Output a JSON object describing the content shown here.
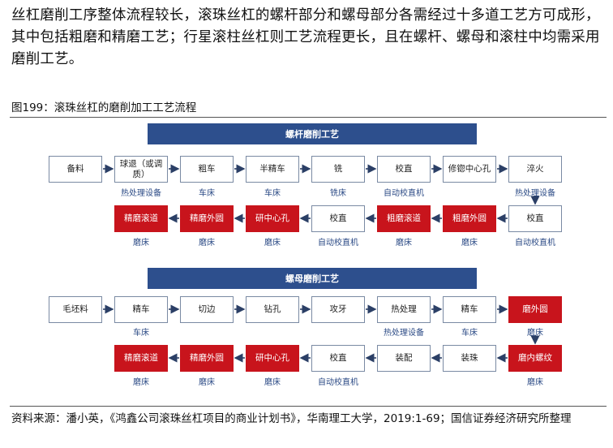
{
  "intro": "丝杠磨削工序整体流程较长，滚珠丝杠的螺杆部分和螺母部分各需经过十多道工艺方可成形，其中包括粗磨和精磨工艺；行星滚柱丝杠则工艺流程更长，且在螺杆、螺母和滚柱中均需采用磨削工艺。",
  "figure_title": "图199：滚珠丝杠的磨削加工工艺流程",
  "screw": {
    "title": "螺杆磨削工艺",
    "row1": [
      {
        "label": "备料",
        "sub": ""
      },
      {
        "label": "球退（或调质）",
        "sub": "热处理设备"
      },
      {
        "label": "粗车",
        "sub": "车床"
      },
      {
        "label": "半精车",
        "sub": "车床"
      },
      {
        "label": "铣",
        "sub": "铣床"
      },
      {
        "label": "校直",
        "sub": "自动校直机"
      },
      {
        "label": "修锪中心孔",
        "sub": ""
      },
      {
        "label": "淬火",
        "sub": "热处理设备"
      }
    ],
    "row2": [
      {
        "label": "精磨滚道",
        "sub": "磨床",
        "red": true
      },
      {
        "label": "精磨外圆",
        "sub": "磨床",
        "red": true
      },
      {
        "label": "研中心孔",
        "sub": "磨床",
        "red": true
      },
      {
        "label": "校直",
        "sub": "自动校直机",
        "red": false
      },
      {
        "label": "粗磨滚道",
        "sub": "磨床",
        "red": true
      },
      {
        "label": "粗磨外圆",
        "sub": "磨床",
        "red": true
      },
      {
        "label": "校直",
        "sub": "自动校直机",
        "red": false
      }
    ]
  },
  "nut": {
    "title": "螺母磨削工艺",
    "row1": [
      {
        "label": "毛坯料",
        "sub": "",
        "red": false
      },
      {
        "label": "精车",
        "sub": "车床",
        "red": false
      },
      {
        "label": "切边",
        "sub": "",
        "red": false
      },
      {
        "label": "钻孔",
        "sub": "",
        "red": false
      },
      {
        "label": "攻牙",
        "sub": "",
        "red": false
      },
      {
        "label": "热处理",
        "sub": "热处理设备",
        "red": false
      },
      {
        "label": "精车",
        "sub": "车床",
        "red": false
      },
      {
        "label": "磨外圆",
        "sub": "磨床",
        "red": true
      }
    ],
    "row2": [
      {
        "label": "精磨滚道",
        "sub": "磨床",
        "red": true
      },
      {
        "label": "精磨外圆",
        "sub": "磨床",
        "red": true
      },
      {
        "label": "研中心孔",
        "sub": "磨床",
        "red": true
      },
      {
        "label": "校直",
        "sub": "自动校直机",
        "red": false
      },
      {
        "label": "装配",
        "sub": "",
        "red": false
      },
      {
        "label": "装珠",
        "sub": "",
        "red": false
      },
      {
        "label": "磨内螺纹",
        "sub": "磨床",
        "red": true
      }
    ]
  },
  "source": "资料来源：潘小英，《鸿鑫公司滚珠丝杠项目的商业计划书》，华南理工大学，2019:1-69；国信证券经济研究所整理",
  "colors": {
    "banner": "#2d4f8d",
    "highlight": "#c8141c",
    "sub_text": "#2b4a85"
  }
}
